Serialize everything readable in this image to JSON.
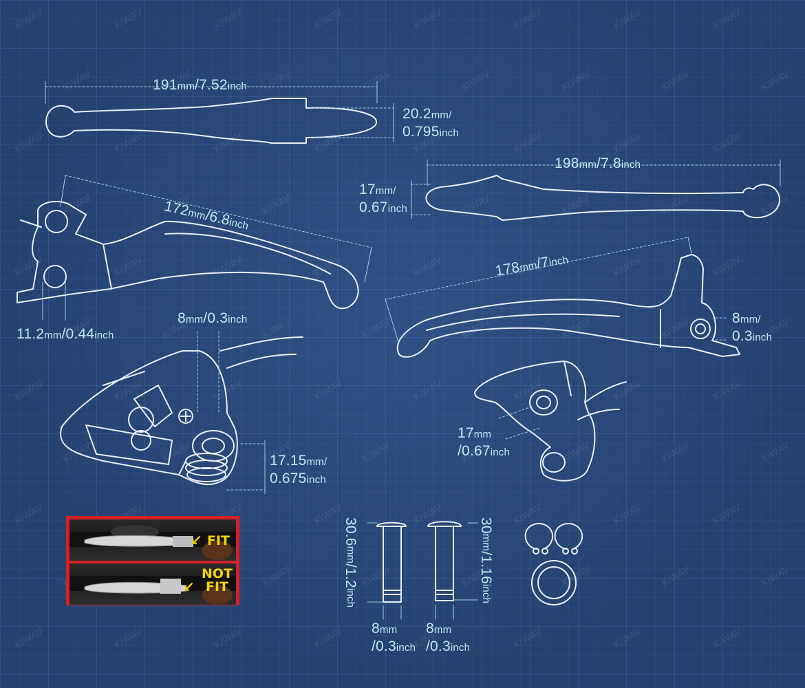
{
  "watermark": "KiWAV",
  "dimensions": {
    "top_length": {
      "value": "191",
      "unit": "mm",
      "value2": "/7.52",
      "unit2": "inch"
    },
    "top_width": {
      "value": "20.2",
      "unit": "mm/",
      "value2": "0.795",
      "unit2": "inch"
    },
    "right_length": {
      "value": "198",
      "unit": "mm",
      "value2": "/7.8",
      "unit2": "inch"
    },
    "right_width": {
      "value": "17",
      "unit": "mm/",
      "value2": "0.67",
      "unit2": "inch"
    },
    "left_lever_length": {
      "value": "172",
      "unit": "mm",
      "value2": "/6.8",
      "unit2": "inch"
    },
    "left_lever_offset": {
      "value": "11.2",
      "unit": "mm",
      "value2": "/0.44",
      "unit2": "inch"
    },
    "right_lever_length": {
      "value": "178",
      "unit": "mm",
      "value2": "/7",
      "unit2": "inch"
    },
    "right_lever_bore": {
      "value": "8",
      "unit": "mm/",
      "value2": "0.3",
      "unit2": "inch"
    },
    "perch_bore_top": {
      "value": "8",
      "unit": "mm",
      "value2": "/0.3",
      "unit2": "inch"
    },
    "perch_height": {
      "value": "17.15",
      "unit": "mm/",
      "value2": "0.675",
      "unit2": "inch"
    },
    "clutch_perch_width": {
      "value": "17",
      "unit": "mm",
      "value2": "/0.67",
      "unit2": "inch"
    },
    "pin1_length": {
      "value": "30.6",
      "unit": "mm",
      "value2": "/1.2",
      "unit2": "inch"
    },
    "pin2_length": {
      "value": "30",
      "unit": "mm",
      "value2": "/1.16",
      "unit2": "inch"
    },
    "pin1_dia": {
      "value": "8",
      "unit": "mm",
      "value2": "/0.3",
      "unit2": "inch"
    },
    "pin2_dia": {
      "value": "8",
      "unit": "mm",
      "value2": "/0.3",
      "unit2": "inch"
    }
  },
  "fit_panel": {
    "fit_label": "FIT",
    "not_label": "NOT",
    "not_fit_label": "FIT"
  },
  "colors": {
    "background": "#24416f",
    "line": "#e8eef5",
    "dimension_text": "#bfe9f0",
    "fit_border": "#d81f26",
    "fit_text": "#f5d200"
  }
}
